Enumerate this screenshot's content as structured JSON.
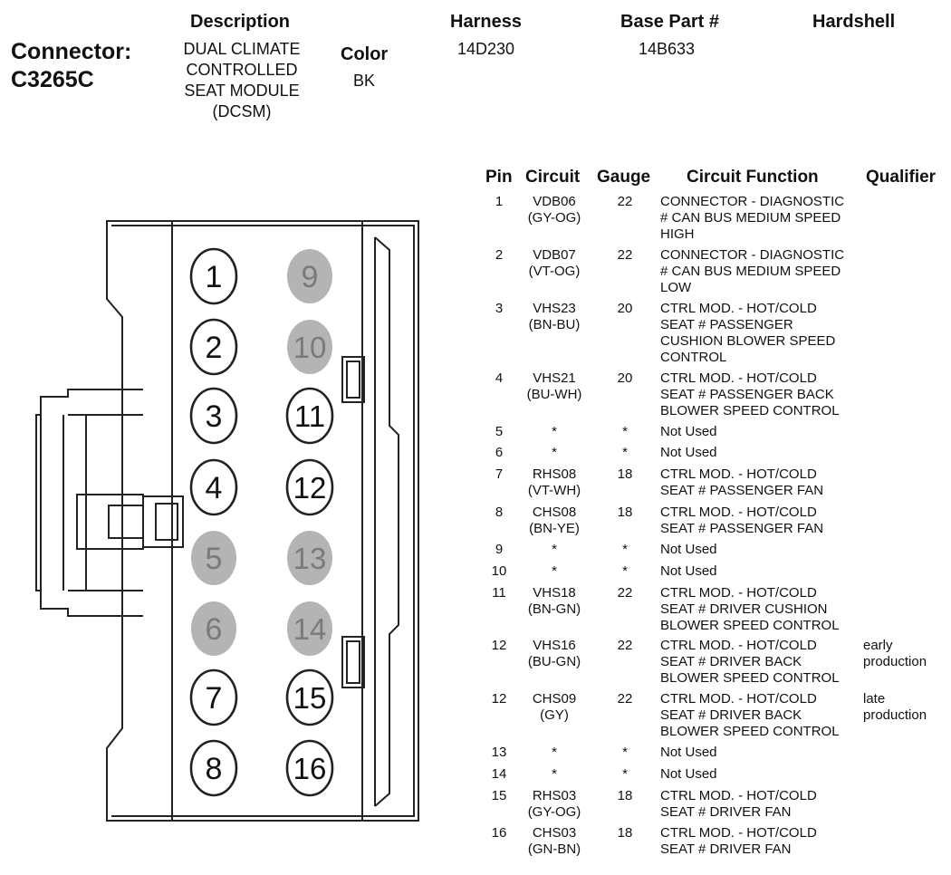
{
  "header": {
    "connector_label": "Connector:",
    "connector_id": "C3265C",
    "description_label": "Description",
    "description_lines": [
      "DUAL CLIMATE",
      "CONTROLLED",
      "SEAT MODULE",
      "(DCSM)"
    ],
    "color_label": "Color",
    "color_value": "BK",
    "harness_label": "Harness",
    "harness_value": "14D230",
    "base_part_label": "Base Part #",
    "base_part_value": "14B633",
    "hardshell_label": "Hardshell"
  },
  "table": {
    "columns": [
      "Pin",
      "Circuit",
      "Gauge",
      "Circuit Function",
      "Qualifier"
    ],
    "rows": [
      {
        "pin": "1",
        "circuit": "VDB06\n(GY-OG)",
        "gauge": "22",
        "function": "CONNECTOR - DIAGNOSTIC\n# CAN BUS MEDIUM SPEED\nHIGH",
        "qualifier": ""
      },
      {
        "pin": "2",
        "circuit": "VDB07\n(VT-OG)",
        "gauge": "22",
        "function": "CONNECTOR - DIAGNOSTIC\n# CAN BUS MEDIUM SPEED\nLOW",
        "qualifier": ""
      },
      {
        "pin": "3",
        "circuit": "VHS23\n(BN-BU)",
        "gauge": "20",
        "function": "CTRL MOD. - HOT/COLD\nSEAT # PASSENGER\nCUSHION BLOWER SPEED\nCONTROL",
        "qualifier": ""
      },
      {
        "pin": "4",
        "circuit": "VHS21\n(BU-WH)",
        "gauge": "20",
        "function": "CTRL MOD. - HOT/COLD\nSEAT # PASSENGER BACK\nBLOWER SPEED CONTROL",
        "qualifier": ""
      },
      {
        "pin": "5",
        "circuit": "*",
        "gauge": "*",
        "function": "Not Used",
        "qualifier": ""
      },
      {
        "pin": "6",
        "circuit": "*",
        "gauge": "*",
        "function": "Not Used",
        "qualifier": ""
      },
      {
        "pin": "7",
        "circuit": "RHS08\n(VT-WH)",
        "gauge": "18",
        "function": "CTRL MOD. - HOT/COLD\nSEAT # PASSENGER FAN",
        "qualifier": ""
      },
      {
        "pin": "8",
        "circuit": "CHS08\n(BN-YE)",
        "gauge": "18",
        "function": "CTRL MOD. - HOT/COLD\nSEAT # PASSENGER FAN",
        "qualifier": ""
      },
      {
        "pin": "9",
        "circuit": "*",
        "gauge": "*",
        "function": "Not Used",
        "qualifier": ""
      },
      {
        "pin": "10",
        "circuit": "*",
        "gauge": "*",
        "function": "Not Used",
        "qualifier": ""
      },
      {
        "pin": "11",
        "circuit": "VHS18\n(BN-GN)",
        "gauge": "22",
        "function": "CTRL MOD. - HOT/COLD\nSEAT # DRIVER CUSHION\nBLOWER SPEED CONTROL",
        "qualifier": ""
      },
      {
        "pin": "12",
        "circuit": "VHS16\n(BU-GN)",
        "gauge": "22",
        "function": "CTRL MOD. - HOT/COLD\nSEAT # DRIVER BACK\nBLOWER SPEED CONTROL",
        "qualifier": "early\nproduction"
      },
      {
        "pin": "12",
        "circuit": "CHS09\n(GY)",
        "gauge": "22",
        "function": "CTRL MOD. - HOT/COLD\nSEAT # DRIVER BACK\nBLOWER SPEED CONTROL",
        "qualifier": "late\nproduction"
      },
      {
        "pin": "13",
        "circuit": "*",
        "gauge": "*",
        "function": "Not Used",
        "qualifier": ""
      },
      {
        "pin": "14",
        "circuit": "*",
        "gauge": "*",
        "function": "Not Used",
        "qualifier": ""
      },
      {
        "pin": "15",
        "circuit": "RHS03\n(GY-OG)",
        "gauge": "18",
        "function": "CTRL MOD. - HOT/COLD\nSEAT # DRIVER FAN",
        "qualifier": ""
      },
      {
        "pin": "16",
        "circuit": "CHS03\n(GN-BN)",
        "gauge": "18",
        "function": "CTRL MOD. - HOT/COLD\nSEAT # DRIVER FAN",
        "qualifier": ""
      }
    ]
  },
  "connector_face": {
    "pins": [
      {
        "label": "1",
        "used": true
      },
      {
        "label": "2",
        "used": true
      },
      {
        "label": "3",
        "used": true
      },
      {
        "label": "4",
        "used": true
      },
      {
        "label": "5",
        "used": false
      },
      {
        "label": "6",
        "used": false
      },
      {
        "label": "7",
        "used": true
      },
      {
        "label": "8",
        "used": true
      },
      {
        "label": "9",
        "used": false
      },
      {
        "label": "10",
        "used": false
      },
      {
        "label": "11",
        "used": true
      },
      {
        "label": "12",
        "used": true
      },
      {
        "label": "13",
        "used": false
      },
      {
        "label": "14",
        "used": false
      },
      {
        "label": "15",
        "used": true
      },
      {
        "label": "16",
        "used": true
      }
    ],
    "colors": {
      "unused_fill": "#b4b4b4",
      "unused_text": "#7a7a7a",
      "line": "#222222"
    }
  }
}
